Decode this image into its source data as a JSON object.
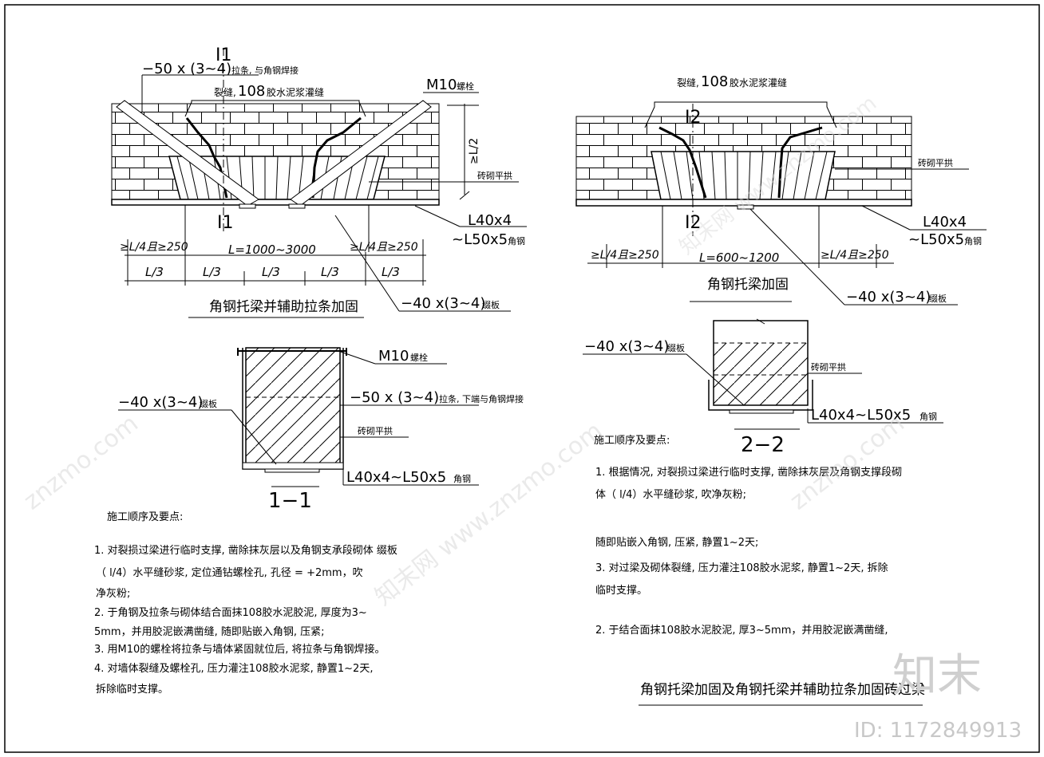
{
  "left_detail": {
    "section_mark_top": "I1",
    "section_mark_bottom": "I1",
    "tie_label_prefix": "−50 x (3~4)",
    "tie_label_suffix": "拉条, 与角钢焊接",
    "crack_label_prefix": "裂缝,",
    "crack_label_num": "108",
    "crack_label_suffix": "胶水泥浆灌缝",
    "bolt_label_code": "M10",
    "bolt_label_text": "螺栓",
    "height_dim": "≥L/2",
    "arch_label": "砖砌平拱",
    "angle_label_1": "L40x4",
    "angle_label_2": "~L50x5",
    "angle_label_3": "角钢",
    "span_left": "≥L/4且≥250",
    "span_mid": "L=1000~3000",
    "span_right": "≥L/4且≥250",
    "thirds": [
      "L/3",
      "L/3",
      "L/3",
      "L/3",
      "L/3"
    ],
    "title": "角钢托梁并辅助拉条加固",
    "plate_label_prefix": "−40 x(3~4)",
    "plate_label_suffix": "缀板"
  },
  "right_detail": {
    "section_mark_top": "I2",
    "section_mark_bottom": "I2",
    "crack_label_prefix": "裂缝,",
    "crack_label_num": "108",
    "crack_label_suffix": "胶水泥浆灌缝",
    "arch_label": "砖砌平拱",
    "angle_label_1": "L40x4",
    "angle_label_2": "~L50x5",
    "angle_label_3": "角钢",
    "span_left": "≥L/4且≥250",
    "span_mid": "L=600~1200",
    "span_right": "≥L/4且≥250",
    "title": "角钢托梁加固",
    "plate_label_prefix": "−40 x(3~4)",
    "plate_label_suffix": "缀板"
  },
  "section_1": {
    "bolt_code": "M10",
    "bolt_text": "螺栓",
    "plate_prefix": "−40 x(3~4)",
    "plate_suffix": "缀板",
    "tie_prefix": "−50 x (3~4)",
    "tie_suffix": "拉条, 下端与角钢焊接",
    "arch_label": "砖砌平拱",
    "angle_code": "L40x4~L50x5",
    "angle_text": "角钢",
    "title": "1−1"
  },
  "section_2": {
    "plate_prefix": "−40 x(3~4)",
    "plate_suffix": "缀板",
    "arch_label": "砖砌平拱",
    "angle_code": "L40x4~L50x5",
    "angle_text": "角钢",
    "title": "2−2"
  },
  "notes_left": {
    "heading": "施工顺序及要点:",
    "lines": [
      "1.      对裂损过梁进行临时支撑, 凿除抹灰层以及角钢支承段砌体 缀板",
      "（ l/4）水平缝砂浆, 定位通钻螺栓孔, 孔径  =  +2mm，吹",
      "净灰粉;",
      "2.      于角钢及拉条与砌体结合面抹108胶水泥胶泥, 厚度为3~",
      "5mm，并用胶泥嵌满凿缝, 随即贴嵌入角钢, 压紧;",
      "3.      用M10的螺栓将拉条与墙体紧固就位后, 将拉条与角钢焊接。",
      "4.      对墙体裂缝及螺栓孔, 压力灌注108胶水泥浆, 静置1~2天,",
      "拆除临时支撑。"
    ]
  },
  "notes_right": {
    "heading": "施工顺序及要点:",
    "lines": [
      "1.      根据情况, 对裂损过梁进行临时支撑, 凿除抹灰层及角钢支撑段砌",
      "体（ l/4）水平缝砂浆, 吹净灰粉;",
      "随即贴嵌入角钢, 压紧, 静置1~2天;",
      "3.      对过梁及砌体裂缝, 压力灌注108胶水泥浆, 静置1~2天, 拆除",
      "临时支撑。",
      "2.      于结合面抹108胶水泥胶泥, 厚3~5mm，并用胶泥嵌满凿缝,"
    ]
  },
  "sheet_title": "角钢托梁加固及角钢托梁并辅助拉条加固砖过梁",
  "brand_logo": "知末",
  "watermark_text": "znzmo.com",
  "watermark_text_2": "知末网 www.znzmo.com",
  "id_label": "ID: 1172849913"
}
